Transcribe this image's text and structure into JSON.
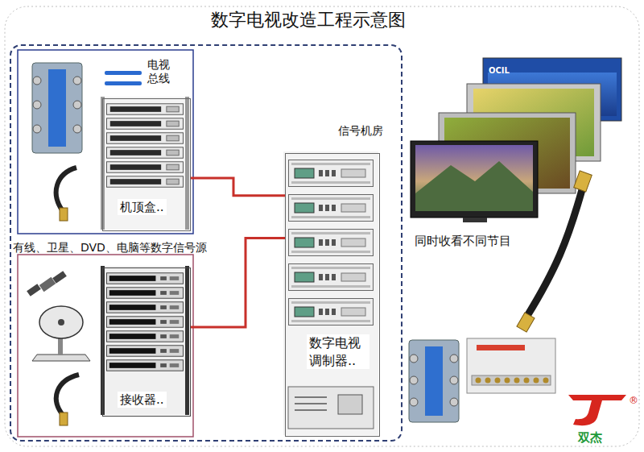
{
  "diagram": {
    "title": "数字电视改造工程示意图",
    "nodes": [
      {
        "text": [
          "信号机房"
        ]
      },
      {
        "text": [
          "机顶盒.."
        ],
        "in": 0
      },
      {
        "text": [
          "接收器.."
        ],
        "in": 0
      },
      {
        "text": [
          "数字电视 调制器.."
        ],
        "in": 0
      },
      {
        "text": [
          "同时收看不同节目"
        ]
      }
    ],
    "edges": [
      {
        "from": 1,
        "to": 3,
        "arrow": "none"
      },
      {
        "from": 2,
        "to": 3,
        "arrow": "none"
      }
    ],
    "labels": [
      "电视 总线",
      "有线、卫星、DVD、电脑等数字信号源",
      "OCIL",
      "双杰",
      "®"
    ]
  }
}
